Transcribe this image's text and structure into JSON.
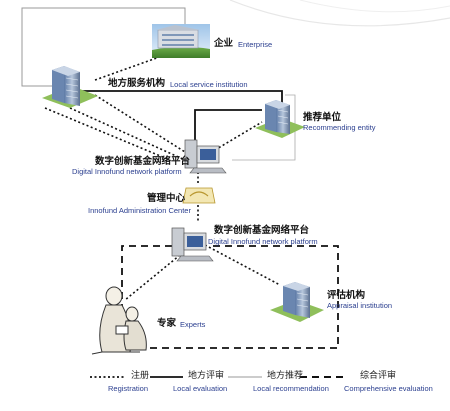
{
  "nodes": {
    "enterprise": {
      "zh": "企业",
      "en": "Enterprise"
    },
    "local_service": {
      "zh": "地方服务机构",
      "en": "Local service institution"
    },
    "recommending": {
      "zh": "推荐单位",
      "en": "Recommending entity"
    },
    "platform_top": {
      "zh": "数字创新基金网络平台",
      "en": "Digital Innofund network platform"
    },
    "admin_center": {
      "zh": "管理中心",
      "en": "Innofund Administration Center"
    },
    "platform_bottom": {
      "zh": "数字创新基金网络平台",
      "en": "Digital Innofund network platform"
    },
    "appraisal": {
      "zh": "评估机构",
      "en": "Appraisal institution"
    },
    "experts": {
      "zh": "专家",
      "en": "Experts"
    }
  },
  "legend": [
    {
      "zh": "注册",
      "en": "Registration",
      "style": "dotted"
    },
    {
      "zh": "地方评审",
      "en": "Local evaluation",
      "style": "solid"
    },
    {
      "zh": "地方推荐",
      "en": "Local recommendation",
      "style": "thin"
    },
    {
      "zh": "综合评审",
      "en": "Comprehensive evaluation",
      "style": "dashed"
    }
  ],
  "colors": {
    "label_en": "#2b3f8f",
    "building": "#7f97b8",
    "line": "#111111"
  }
}
